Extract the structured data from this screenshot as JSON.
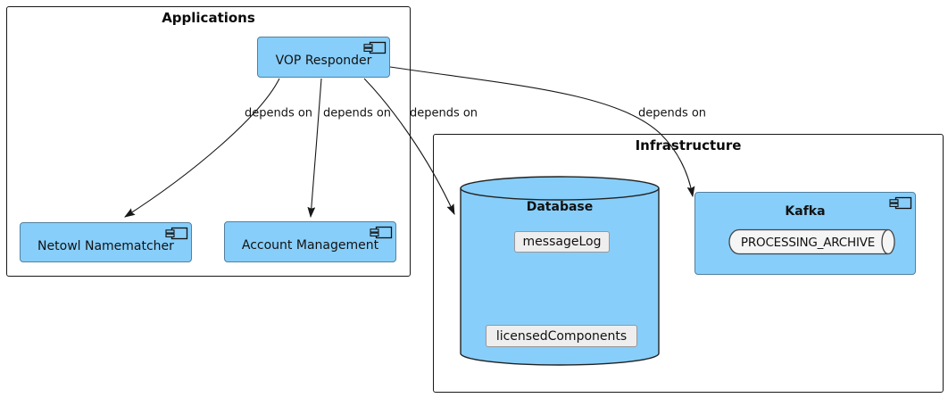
{
  "diagram": {
    "type": "uml-component-diagram",
    "groups": {
      "applications": {
        "title": "Applications"
      },
      "infrastructure": {
        "title": "Infrastructure"
      }
    },
    "nodes": {
      "vop": {
        "label": "VOP Responder",
        "shape": "component"
      },
      "netowl": {
        "label": "Netowl Namematcher",
        "shape": "component"
      },
      "account": {
        "label": "Account Management",
        "shape": "component"
      },
      "kafka": {
        "label": "Kafka",
        "shape": "component"
      },
      "database": {
        "label": "Database",
        "shape": "cylinder"
      }
    },
    "database_items": {
      "message_log": "messageLog",
      "licensed_components": "licensedComponents"
    },
    "kafka_items": {
      "queue": "PROCESSING_ARCHIVE"
    },
    "edges": [
      {
        "from": "VOP Responder",
        "to": "Netowl Namematcher",
        "label": "depends on"
      },
      {
        "from": "VOP Responder",
        "to": "Account Management",
        "label": "depends on"
      },
      {
        "from": "VOP Responder",
        "to": "Database",
        "label": "depends on"
      },
      {
        "from": "VOP Responder",
        "to": "Kafka",
        "label": "depends on"
      }
    ],
    "colors": {
      "node_fill": "#87CEFA",
      "node_border": "#53809f",
      "group_border": "#181818",
      "cylinder_border": "#222222",
      "inner_fill": "#eeeeee",
      "inner_border": "#979797",
      "queue_fill": "#f5f5f5",
      "queue_border": "#444444",
      "arrow": "#181818",
      "text": "#111111"
    }
  }
}
